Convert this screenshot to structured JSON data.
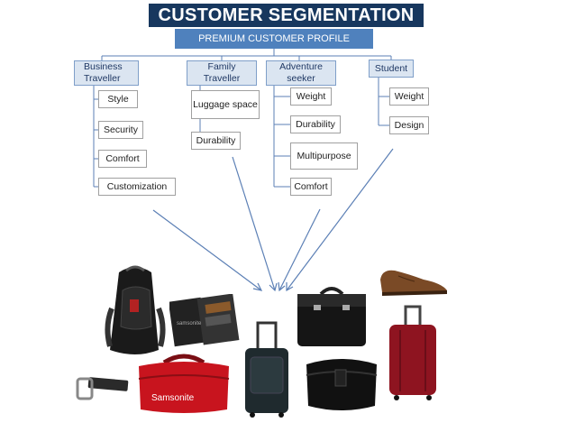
{
  "title": "CUSTOMER SEGMENTATION",
  "profile": "PREMIUM CUSTOMER PROFILE",
  "segments": [
    {
      "label": "Business Traveller",
      "items": [
        "Style",
        "Security",
        "Comfort",
        "Customization"
      ]
    },
    {
      "label": "Family Traveller",
      "items": [
        "Luggage space",
        "Durability"
      ]
    },
    {
      "label": "Adventure seeker",
      "items": [
        "Weight",
        "Durability",
        "Multipurpose",
        "Comfort"
      ]
    },
    {
      "label": "Student",
      "items": [
        "Weight",
        "Design"
      ]
    }
  ],
  "products": [
    {
      "name": "backpack-icon"
    },
    {
      "name": "wallet-icon"
    },
    {
      "name": "trolley-bag-icon"
    },
    {
      "name": "briefcase-icon"
    },
    {
      "name": "shoe-icon"
    },
    {
      "name": "belt-icon"
    },
    {
      "name": "duffel-bag-icon"
    },
    {
      "name": "toiletry-bag-icon"
    },
    {
      "name": "red-suitcase-icon"
    }
  ],
  "product_text": {
    "duffel_brand": "Samsonite",
    "wallet_brand": "samsonite"
  },
  "colors": {
    "title_bg": "#17375e",
    "profile_bg": "#4f81bd",
    "category_bg": "#dbe5f1",
    "connector": "#4f81bd"
  }
}
